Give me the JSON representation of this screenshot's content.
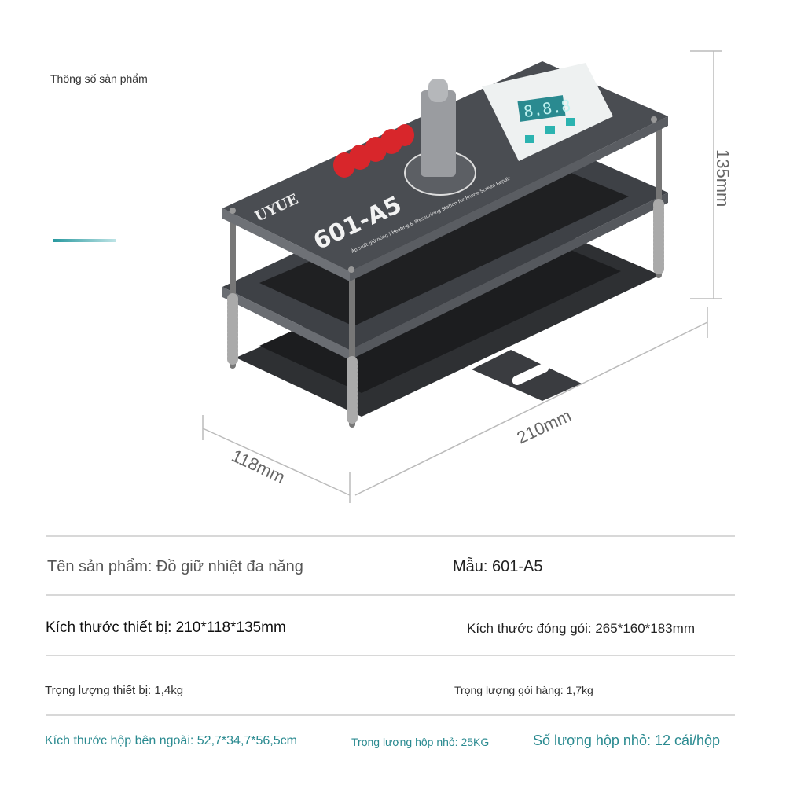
{
  "header": {
    "title": "Thông số sản phẩm"
  },
  "product_image": {
    "brand": "UYUE",
    "model_print": "601-A5",
    "display": "8.8.8",
    "caption": "Áp suất giữ nóng | Heating & Pressurizing Station for Phone Screen Repair"
  },
  "dimensions": {
    "height": "135mm",
    "length": "210mm",
    "width": "118mm"
  },
  "specs": {
    "product_name": "Tên sản phẩm: Đồ giữ nhiệt đa năng",
    "model": "Mẫu: 601-A5",
    "device_size": "Kích thước thiết bị: 210*118*135mm",
    "package_size": "Kích thước đóng gói: 265*160*183mm",
    "device_weight": "Trọng lượng thiết bị: 1,4kg",
    "package_weight": "Trọng lượng gói hàng: 1,7kg",
    "outer_box_size": "Kích thước hộp bên ngoài: 52,7*34,7*56,5cm",
    "small_box_weight": "Trọng lượng hộp nhỏ: 25KG",
    "small_box_qty": "Số lượng hộp nhỏ: 12 cái/hộp"
  },
  "colors": {
    "accent": "#2a8a90",
    "handle": "#d8262b",
    "plate": "#4a4d52"
  }
}
